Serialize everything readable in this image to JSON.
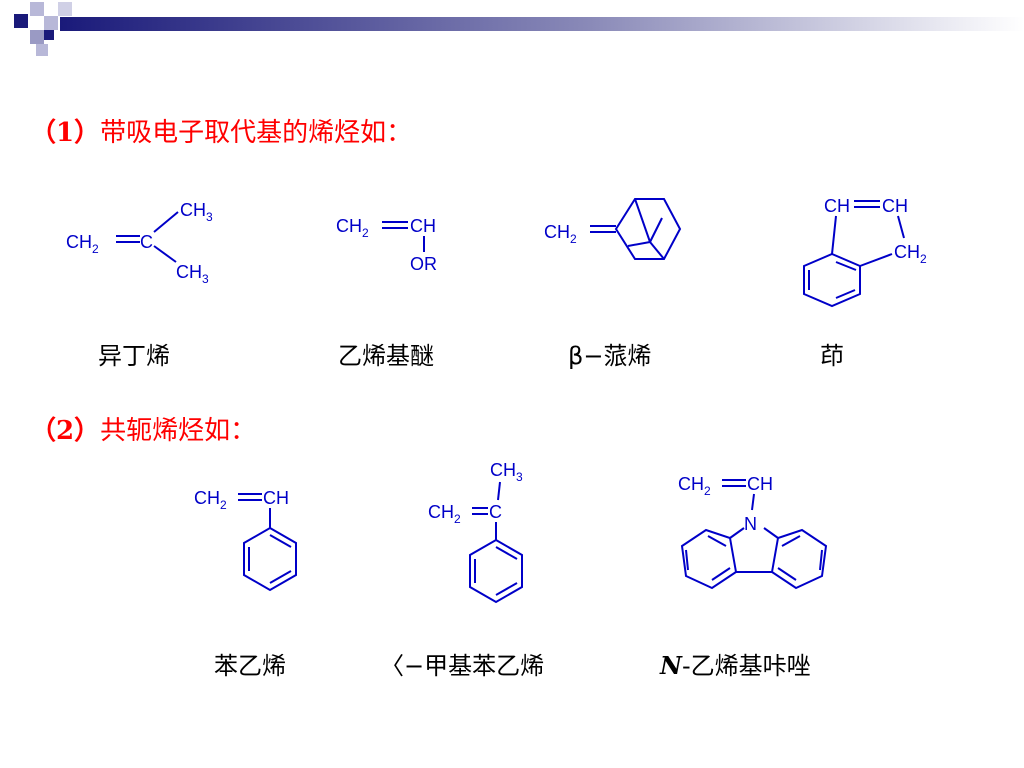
{
  "section1": {
    "num": "（1）",
    "text": "带吸电子取代基的烯烃如："
  },
  "section2": {
    "num": "（2）",
    "text": "共轭烯烃如："
  },
  "molecules": {
    "isobutylene": {
      "name": "异丁烯",
      "ch2": "CH",
      "sub2": "2",
      "c": "C",
      "ch3": "CH",
      "sub3": "3"
    },
    "vinyl_ether": {
      "name": "乙烯基醚",
      "ch2": "CH",
      "sub2": "2",
      "ch": "CH",
      "or": "OR"
    },
    "beta_pinene": {
      "name": "β−蒎烯",
      "ch2": "CH",
      "sub2": "2"
    },
    "indene": {
      "name": "茚",
      "ch": "CH",
      "ch2": "CH",
      "sub2": "2"
    },
    "styrene": {
      "name": "苯乙烯",
      "ch2": "CH",
      "sub2": "2",
      "ch": "CH"
    },
    "alpha_methylstyrene": {
      "name": "〈−甲基苯乙烯",
      "ch2": "CH",
      "sub2": "2",
      "c": "C",
      "ch3": "CH",
      "sub3": "3"
    },
    "n_vinylcarbazole": {
      "name_prefix": "N",
      "name_rest": "-乙烯基咔唑",
      "ch2": "CH",
      "sub2": "2",
      "ch": "CH",
      "n": "N"
    }
  },
  "colors": {
    "heading": "#ff0000",
    "structure": "#0000c8",
    "label": "#000000",
    "deco_dark": "#1a1a7a",
    "deco_light": "#b8b8d8"
  }
}
